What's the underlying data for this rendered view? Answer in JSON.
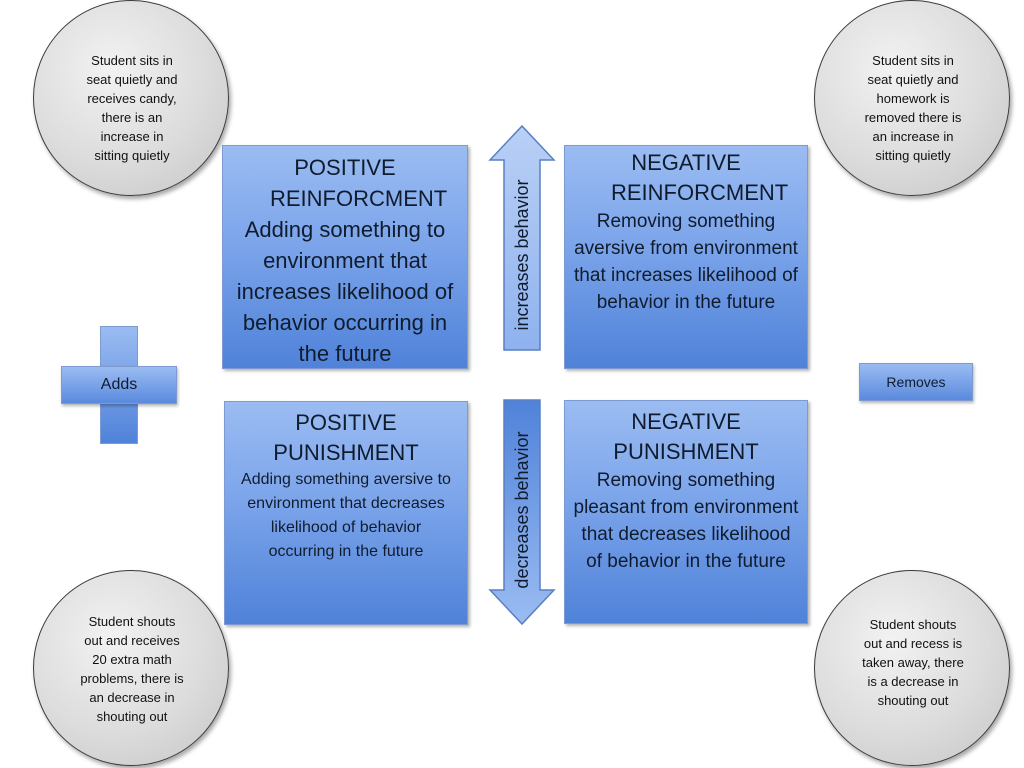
{
  "examples": {
    "top_left": "Student sits in seat quietly and receives candy, there is an increase in sitting quietly",
    "top_right": "Student sits in seat quietly and homework is removed there is an increase in sitting quietly",
    "bottom_left": "Student shouts out and receives 20 extra math problems, there is an decrease in shouting out",
    "bottom_right": "Student shouts out and recess is taken away, there is a decrease in shouting out"
  },
  "quadrants": {
    "positive_reinforcement": {
      "title": "POSITIVE REINFORCMENT",
      "description": "Adding something to environment that increases likelihood of behavior occurring in the future"
    },
    "negative_reinforcement": {
      "title": "NEGATIVE REINFORCMENT",
      "description": "Removing something aversive from environment that increases likelihood of behavior in the future"
    },
    "positive_punishment": {
      "title": "POSITIVE PUNISHMENT",
      "description": "Adding something aversive to environment that decreases likelihood of behavior occurring in the future"
    },
    "negative_punishment": {
      "title": "NEGATIVE PUNISHMENT",
      "description": "Removing something pleasant from environment that decreases likelihood of behavior in the future"
    }
  },
  "arrows": {
    "up_label": "increases behavior",
    "down_label": "decreases behavior"
  },
  "labels": {
    "adds": "Adds",
    "removes": "Removes"
  },
  "colors": {
    "box_light": "#9bbcf2",
    "box_dark": "#4f82d9",
    "circle_fill": "#dcdcdc"
  }
}
